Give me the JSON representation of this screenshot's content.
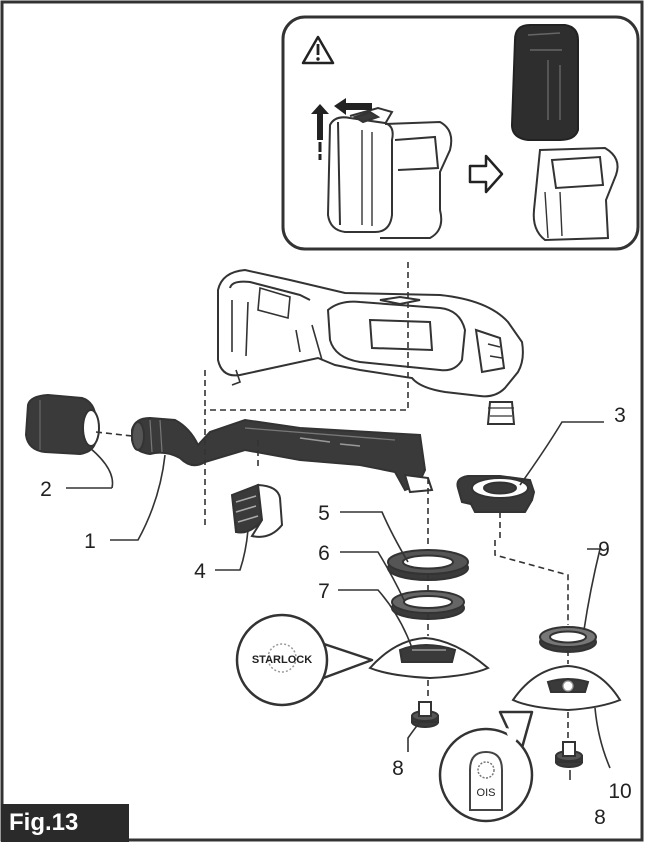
{
  "figure": {
    "label": "Fig.13"
  },
  "callouts": [
    "1",
    "2",
    "3",
    "4",
    "5",
    "6",
    "7",
    "8",
    "8",
    "9",
    "10"
  ],
  "badges": {
    "starlock": "STARLOCK",
    "ois": "OIS"
  },
  "icons": [
    "warning-icon",
    "arrow-right-icon",
    "arrow-up-icon"
  ],
  "colors": {
    "line": "#333333",
    "dark_part": "#3a3a3a",
    "fill_light": "#ffffff",
    "label_bg": "#2a2a2a"
  }
}
